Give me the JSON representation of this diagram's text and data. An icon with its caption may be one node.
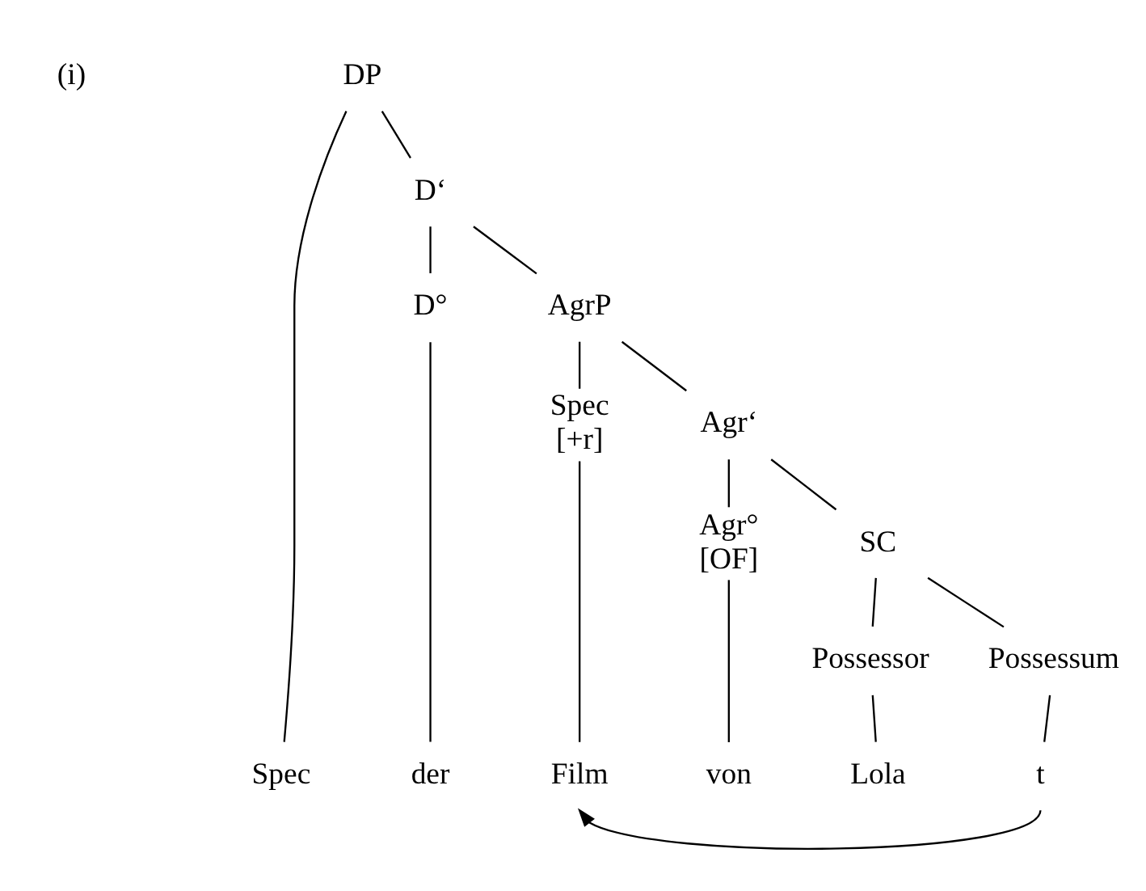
{
  "diagram": {
    "nodes": [
      {
        "text": [
          "DP"
        ]
      },
      {
        "text": [
          "Spec"
        ]
      },
      {
        "text": [
          "D‘"
        ]
      },
      {
        "text": [
          "D°"
        ]
      },
      {
        "text": [
          "AgrP"
        ]
      },
      {
        "text": [
          "Spec",
          "[+r]"
        ]
      },
      {
        "text": [
          "Agr‘"
        ]
      },
      {
        "text": [
          "Agr°",
          "[OF]"
        ]
      },
      {
        "text": [
          "SC"
        ]
      },
      {
        "text": [
          "Possessor"
        ]
      },
      {
        "text": [
          "Possessum"
        ]
      },
      {
        "text": [
          "der"
        ]
      },
      {
        "text": [
          "Film"
        ]
      },
      {
        "text": [
          "von"
        ]
      },
      {
        "text": [
          "Lola"
        ]
      },
      {
        "text": [
          "t"
        ]
      }
    ],
    "edges": [
      {
        "from": 0,
        "to": 1,
        "arrow": "none"
      },
      {
        "from": 0,
        "to": 2,
        "arrow": "none"
      },
      {
        "from": 2,
        "to": 3,
        "arrow": "none"
      },
      {
        "from": 2,
        "to": 4,
        "arrow": "none"
      },
      {
        "from": 4,
        "to": 5,
        "arrow": "none"
      },
      {
        "from": 4,
        "to": 6,
        "arrow": "none"
      },
      {
        "from": 6,
        "to": 7,
        "arrow": "none"
      },
      {
        "from": 6,
        "to": 8,
        "arrow": "none"
      },
      {
        "from": 8,
        "to": 9,
        "arrow": "none"
      },
      {
        "from": 8,
        "to": 10,
        "arrow": "none"
      },
      {
        "from": 3,
        "to": 11,
        "arrow": "none"
      },
      {
        "from": 5,
        "to": 12,
        "arrow": "none"
      },
      {
        "from": 7,
        "to": 13,
        "arrow": "none"
      },
      {
        "from": 9,
        "to": 14,
        "arrow": "none"
      },
      {
        "from": 10,
        "to": 15,
        "arrow": "none"
      },
      {
        "from": 15,
        "to": 12,
        "arrow": "to"
      }
    ],
    "labels": [
      "(i)"
    ]
  }
}
